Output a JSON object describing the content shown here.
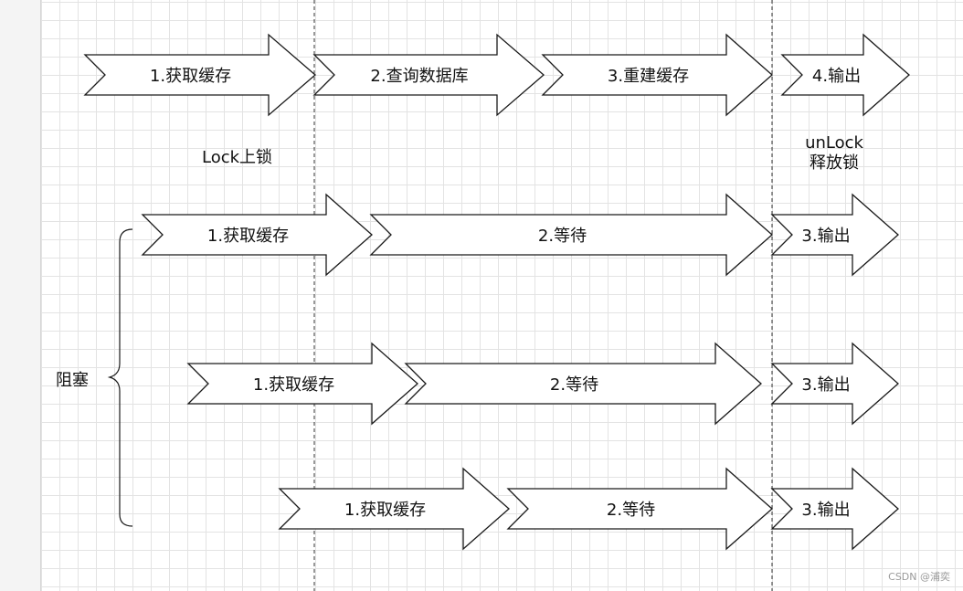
{
  "diagram": {
    "rows": [
      {
        "arrows": [
          "1.获取缓存",
          "2.查询数据库",
          "3.重建缓存",
          "4.输出"
        ]
      },
      {
        "arrows": [
          "1.获取缓存",
          "2.等待",
          "3.输出"
        ]
      },
      {
        "arrows": [
          "1.获取缓存",
          "2.等待",
          "3.输出"
        ]
      },
      {
        "arrows": [
          "1.获取缓存",
          "2.等待",
          "3.输出"
        ]
      }
    ],
    "lock_label": "Lock上锁",
    "unlock_label_line1": "unLock",
    "unlock_label_line2": "释放锁",
    "blocked_label": "阻塞"
  },
  "watermark": "CSDN @浦奕",
  "colors": {
    "stroke": "#1a1a1a",
    "fill": "#ffffff",
    "grid": "#e3e3e3"
  }
}
